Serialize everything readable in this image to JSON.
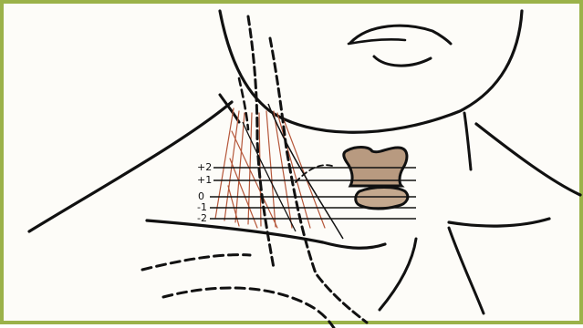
{
  "figure": {
    "border_color": "#9bb24a",
    "ink_color": "#111111",
    "muscle_color": "#b5573a",
    "thyroid_fill": "#b89a80",
    "level_labels": [
      "+2",
      "+1",
      "0",
      "-1",
      "-2"
    ]
  }
}
